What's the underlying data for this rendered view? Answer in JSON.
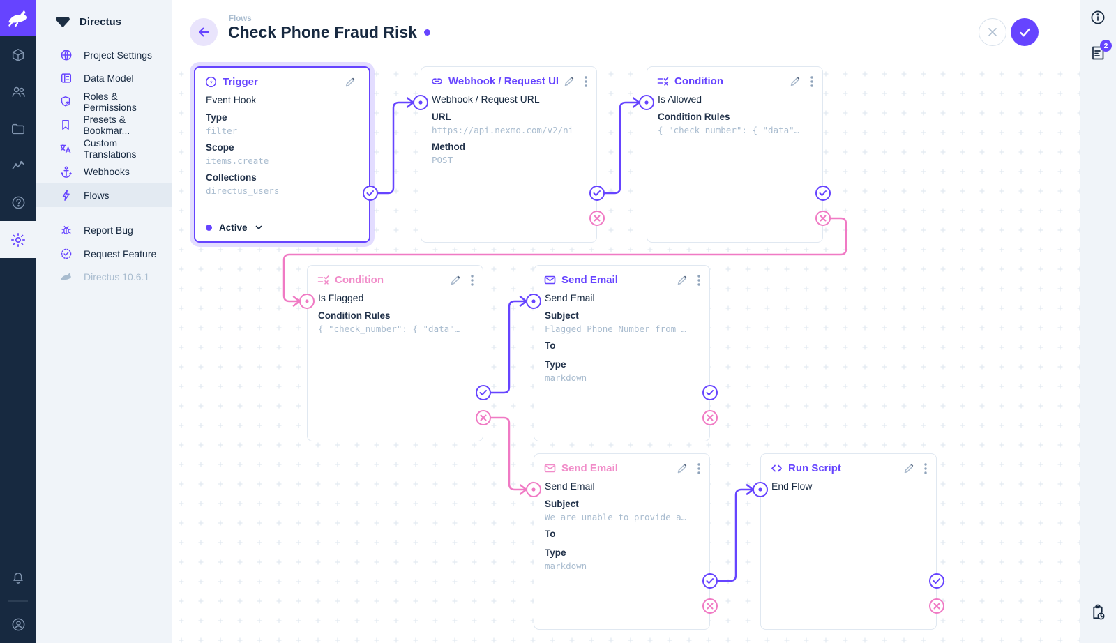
{
  "brand": {
    "name": "Directus",
    "project_name": "Directus",
    "version": "Directus 10.6.1"
  },
  "header": {
    "breadcrumb": "Flows",
    "title": "Check Phone Fraud Risk"
  },
  "toolbar": {
    "badge_count": "2"
  },
  "nav": {
    "items": [
      {
        "label": "Project Settings"
      },
      {
        "label": "Data Model"
      },
      {
        "label": "Roles & Permissions"
      },
      {
        "label": "Presets & Bookmar..."
      },
      {
        "label": "Custom Translations"
      },
      {
        "label": "Webhooks"
      },
      {
        "label": "Flows"
      }
    ],
    "secondary": [
      {
        "label": "Report Bug"
      },
      {
        "label": "Request Feature"
      }
    ]
  },
  "flow": {
    "panels": [
      {
        "title": "Trigger",
        "name": "Event Hook",
        "status": "Active",
        "fields": [
          {
            "label": "Type",
            "value": "filter"
          },
          {
            "label": "Scope",
            "value": "items.create"
          },
          {
            "label": "Collections",
            "value": "directus_users"
          }
        ]
      },
      {
        "title": "Webhook / Request URL",
        "name": "Webhook / Request URL",
        "fields": [
          {
            "label": "URL",
            "value": "https://api.nexmo.com/v2/ni"
          },
          {
            "label": "Method",
            "value": "POST"
          }
        ]
      },
      {
        "title": "Condition",
        "name": "Is Allowed",
        "fields": [
          {
            "label": "Condition Rules",
            "value": "{ \"check_number\": { \"data\"…"
          }
        ]
      },
      {
        "title": "Condition",
        "name": "Is Flagged",
        "fields": [
          {
            "label": "Condition Rules",
            "value": "{ \"check_number\": { \"data\"…"
          }
        ]
      },
      {
        "title": "Send Email",
        "name": "Send Email",
        "fields": [
          {
            "label": "Subject",
            "value": "Flagged Phone Number from …"
          },
          {
            "label": "To",
            "value": ""
          },
          {
            "label": "Type",
            "value": "markdown"
          }
        ]
      },
      {
        "title": "Send Email",
        "name": "Send Email",
        "fields": [
          {
            "label": "Subject",
            "value": "We are unable to provide a…"
          },
          {
            "label": "To",
            "value": ""
          },
          {
            "label": "Type",
            "value": "markdown"
          }
        ]
      },
      {
        "title": "Run Script",
        "name": "End Flow",
        "fields": []
      }
    ]
  },
  "colors": {
    "primary": "#6644ff",
    "pink": "#ee74c0",
    "module_bar": "#172940"
  }
}
